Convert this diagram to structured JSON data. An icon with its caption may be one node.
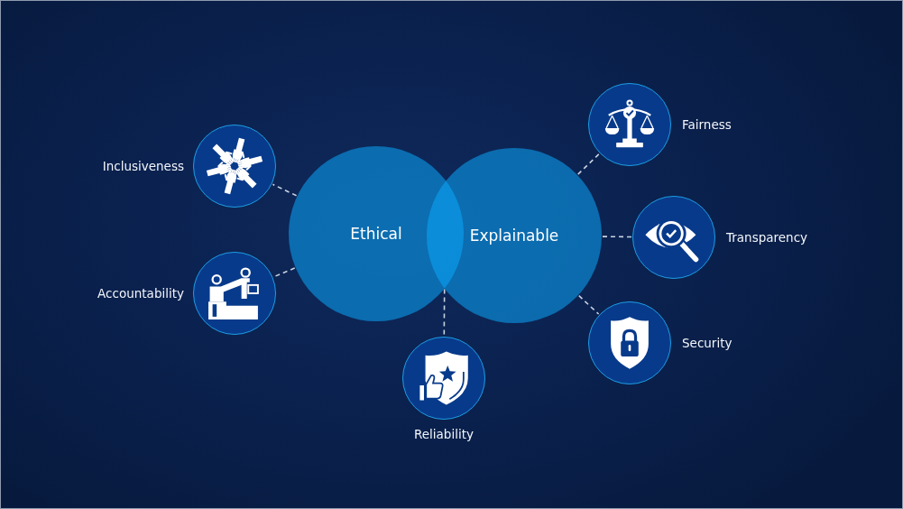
{
  "diagram": {
    "nodes": [
      {
        "text": [
          "Ethical"
        ]
      },
      {
        "text": [
          "Explainable"
        ]
      },
      {
        "text": [
          "Inclusiveness"
        ]
      },
      {
        "text": [
          "Accountability"
        ]
      },
      {
        "text": [
          "Fairness"
        ]
      },
      {
        "text": [
          "Transparency"
        ]
      },
      {
        "text": [
          "Security"
        ]
      },
      {
        "text": [
          "Reliability"
        ]
      }
    ],
    "edges": [
      {
        "from": 0,
        "to": 2,
        "arrow": "none",
        "style": "dashed"
      },
      {
        "from": 0,
        "to": 3,
        "arrow": "none",
        "style": "dashed"
      },
      {
        "from": 0,
        "to": 7,
        "arrow": "none",
        "style": "dashed"
      },
      {
        "from": 1,
        "to": 7,
        "arrow": "none",
        "style": "dashed"
      },
      {
        "from": 1,
        "to": 4,
        "arrow": "none",
        "style": "dashed"
      },
      {
        "from": 1,
        "to": 5,
        "arrow": "none",
        "style": "dashed"
      },
      {
        "from": 1,
        "to": 6,
        "arrow": "none",
        "style": "dashed"
      }
    ]
  }
}
